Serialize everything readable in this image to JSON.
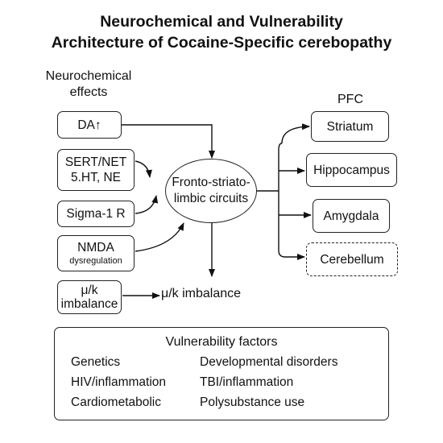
{
  "title": {
    "line1": "Neurochemical and Vulnerability",
    "line2": "Architecture of Cocaine-Specific cerebopathy"
  },
  "neuro_header": {
    "line1": "Neurochemical",
    "line2": "effects"
  },
  "pfc_label": "PFC",
  "left_boxes": {
    "da": "DA↑",
    "sert_line1": "SERT/NET",
    "sert_line2": "5.HT, NE",
    "sigma": "Sigma-1 R",
    "nmda_line1": "NMDA",
    "nmda_line2": "dysregulation",
    "mu_line1": "μ/k",
    "mu_line2": "imbalance"
  },
  "center_oval": {
    "line1": "Fronto-striato-",
    "line2": "limbic circuits"
  },
  "mu_output": "μ/k imbalance",
  "right_boxes": {
    "striatum": "Striatum",
    "hippocampus": "Hippocampus",
    "amygdala": "Amygdala",
    "cerebellum": "Cerebellum"
  },
  "vulnerability": {
    "title": "Vulnerability factors",
    "left": [
      "Genetics",
      "HIV/inflammation",
      "Cardiometabolic"
    ],
    "right": [
      "Developmental disorders",
      "TBI/inflammation",
      "Polysubstance use"
    ]
  }
}
